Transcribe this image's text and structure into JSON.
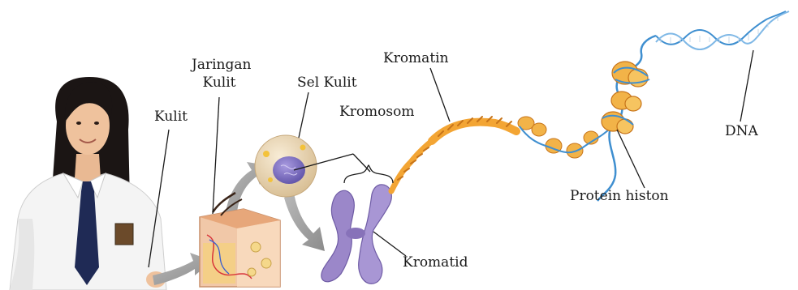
{
  "labels": {
    "kulit": "Kulit",
    "jaringan_kulit_line1": "Jaringan",
    "jaringan_kulit_line2": "Kulit",
    "sel_kulit": "Sel Kulit",
    "kromosom": "Kromosom",
    "kromatin": "Kromatin",
    "kromatid": "Kromatid",
    "protein_histon": "Protein histon",
    "dna": "DNA"
  },
  "colors": {
    "arrow_gray": "#9a9a9a",
    "chromosome_purple": "#9b87c9",
    "chromatin_orange": "#f3a534",
    "histone_orange": "#f2b348",
    "dna_blue": "#3f8fd0",
    "cell_tan": "#ead6b4",
    "nucleus_purple": "#7e72c2",
    "skin_pink": "#f1c8a8",
    "uniform_white": "#f4f4f4",
    "tie_navy": "#1f2a55",
    "hair_black": "#1b1514"
  }
}
